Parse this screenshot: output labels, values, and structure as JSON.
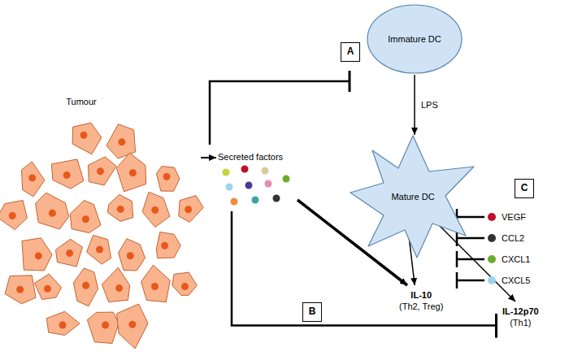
{
  "diagram": {
    "nodes": [
      {
        "text": [
          "Tumour"
        ]
      },
      {
        "text": [
          "Secreted factors"
        ]
      },
      {
        "text": [
          "A"
        ]
      },
      {
        "text": [
          "Immature DC"
        ]
      },
      {
        "text": [
          "Mature DC"
        ]
      },
      {
        "text": [
          "IL-10",
          "(Th2, Treg)"
        ]
      },
      {
        "text": [
          "IL-12p70",
          "(Th1)"
        ]
      },
      {
        "text": [
          "B"
        ]
      },
      {
        "text": [
          "C"
        ]
      }
    ],
    "edges": [
      {
        "from": 0,
        "to": 1,
        "arrow": "to"
      },
      {
        "from": 3,
        "to": 4,
        "label": "LPS",
        "arrow": "to"
      },
      {
        "from": 1,
        "to": 5,
        "arrow": "to"
      },
      {
        "from": 4,
        "to": 5,
        "arrow": "to"
      },
      {
        "from": 4,
        "to": 6,
        "arrow": "to"
      },
      {
        "from": 1,
        "to": 6,
        "arrow": "to"
      }
    ],
    "legend": [
      {
        "text": "VEGF",
        "color": "#c0102a"
      },
      {
        "text": "CCL2",
        "color": "#333333"
      },
      {
        "text": "CXCL1",
        "color": "#6cab2f"
      },
      {
        "text": "CXCL5",
        "color": "#9fd3ee"
      }
    ]
  }
}
